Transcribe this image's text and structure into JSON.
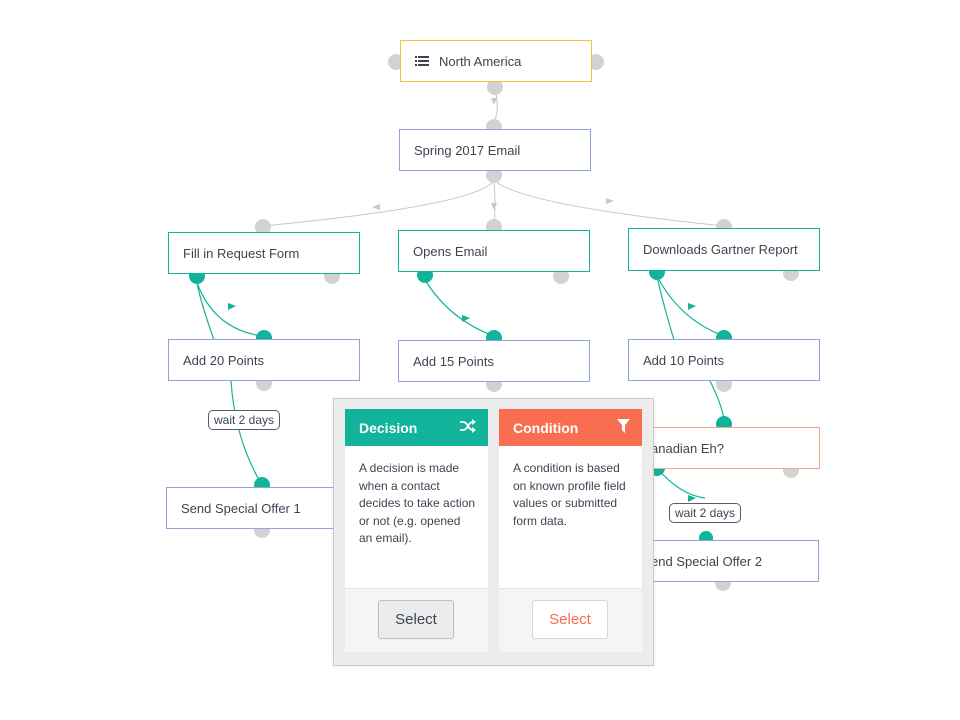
{
  "nodes": {
    "source": "North America",
    "email": "Spring 2017 Email",
    "fill_form": "Fill in Request Form",
    "opens_email": "Opens Email",
    "downloads": "Downloads Gartner Report",
    "add20": "Add 20 Points",
    "add15": "Add 15 Points",
    "add10": "Add 10 Points",
    "send1": "Send Special Offer 1",
    "canadian": "anadian Eh?",
    "send2": "end Special Offer 2"
  },
  "wait_labels": {
    "wait1": "wait 2 days",
    "wait2": "wait 2 days"
  },
  "popup": {
    "decision": {
      "title": "Decision",
      "icon": "shuffle-icon",
      "description": "A decision is made when a contact decides to take action or not (e.g. opened an email).",
      "button": "Select",
      "color": "#12b39b"
    },
    "condition": {
      "title": "Condition",
      "icon": "filter-icon",
      "description": "A condition is based on known profile field values or submitted form data.",
      "button": "Select",
      "color": "#f96d50"
    }
  },
  "colors": {
    "connector_gray": "#d2d2d2",
    "connector_teal": "#12b39b",
    "wire_gray": "#c8c8c8"
  }
}
